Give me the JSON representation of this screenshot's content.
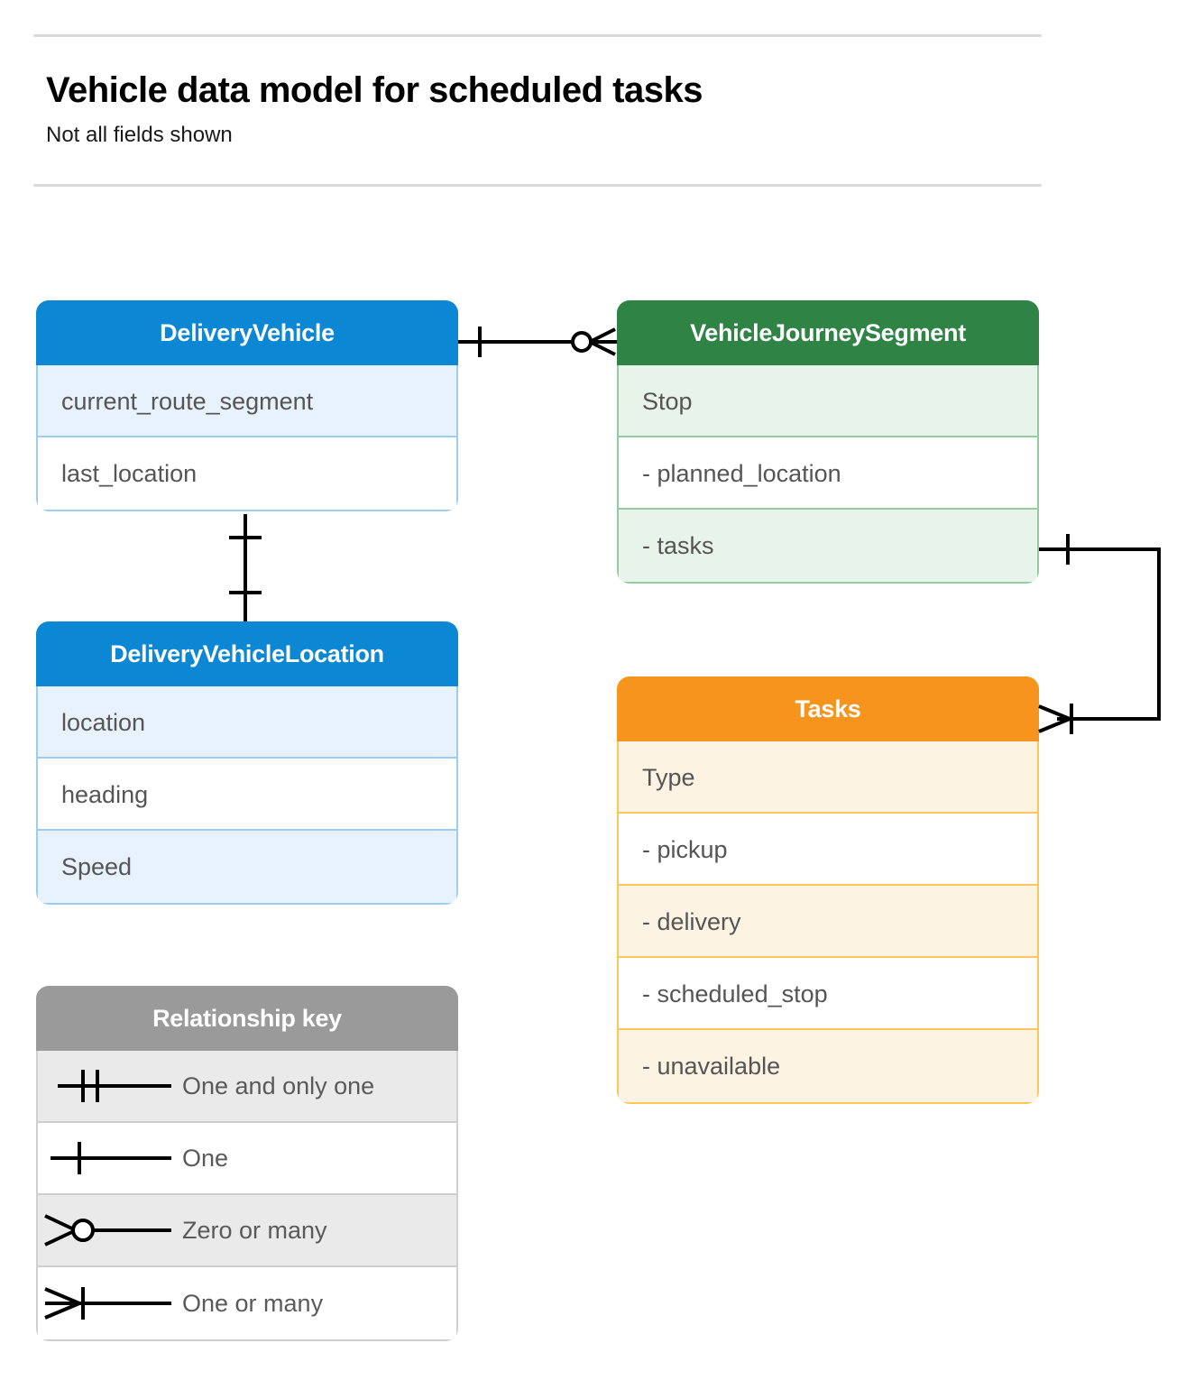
{
  "header": {
    "title": "Vehicle data model for scheduled tasks",
    "subtitle": "Not all fields shown"
  },
  "colors": {
    "blue_header": "#0b87d4",
    "blue_row_tint": "#e8f2fc",
    "blue_border": "#9ecdf2",
    "green_header": "#2e8345",
    "green_row_tint": "#e8f4ea",
    "green_border": "#93cca2",
    "orange_header": "#f7941e",
    "orange_row_tint": "#fdf3e2",
    "orange_border": "#fcc65a",
    "gray_header": "#9a9a9a",
    "gray_row_tint": "#eaeaea",
    "gray_border": "#cfcfcf",
    "connector": "#000000",
    "rule": "#d9d9d9",
    "field_text": "#555555"
  },
  "entities": [
    {
      "id": "delivery-vehicle",
      "title": "DeliveryVehicle",
      "theme": "blue",
      "fields": [
        {
          "label": "current_route_segment"
        },
        {
          "label": "last_location"
        }
      ]
    },
    {
      "id": "vehicle-journey-segment",
      "title": "VehicleJourneySegment",
      "theme": "green",
      "fields": [
        {
          "label": "Stop"
        },
        {
          "label": "-  planned_location"
        },
        {
          "label": "- tasks"
        }
      ]
    },
    {
      "id": "delivery-vehicle-location",
      "title": "DeliveryVehicleLocation",
      "theme": "blue",
      "fields": [
        {
          "label": "location"
        },
        {
          "label": "heading"
        },
        {
          "label": "Speed"
        }
      ]
    },
    {
      "id": "tasks",
      "title": "Tasks",
      "theme": "orange",
      "fields": [
        {
          "label": "Type"
        },
        {
          "label": "-  pickup"
        },
        {
          "label": "-  delivery"
        },
        {
          "label": "-  scheduled_stop"
        },
        {
          "label": "-  unavailable"
        }
      ]
    }
  ],
  "legend": {
    "title": "Relationship key",
    "items": [
      {
        "symbol": "one-and-only-one",
        "label": "One and only one"
      },
      {
        "symbol": "one",
        "label": "One"
      },
      {
        "symbol": "zero-or-many",
        "label": "Zero or many"
      },
      {
        "symbol": "one-or-many",
        "label": "One or many"
      }
    ]
  },
  "relationships": [
    {
      "id": "deliveryvehicle-to-vehiclejourneysegment",
      "from": "DeliveryVehicle",
      "to": "VehicleJourneySegment",
      "from_cardinality": "one",
      "to_cardinality": "zero-or-many"
    },
    {
      "id": "deliveryvehicle-to-deliveryvehiclelocation",
      "from": "DeliveryVehicle",
      "to": "DeliveryVehicleLocation",
      "from_cardinality": "one",
      "to_cardinality": "one"
    },
    {
      "id": "vehiclejourneysegment-tasks-to-tasks",
      "from": "VehicleJourneySegment.tasks",
      "to": "Tasks",
      "from_cardinality": "one",
      "to_cardinality": "one-or-many"
    }
  ]
}
